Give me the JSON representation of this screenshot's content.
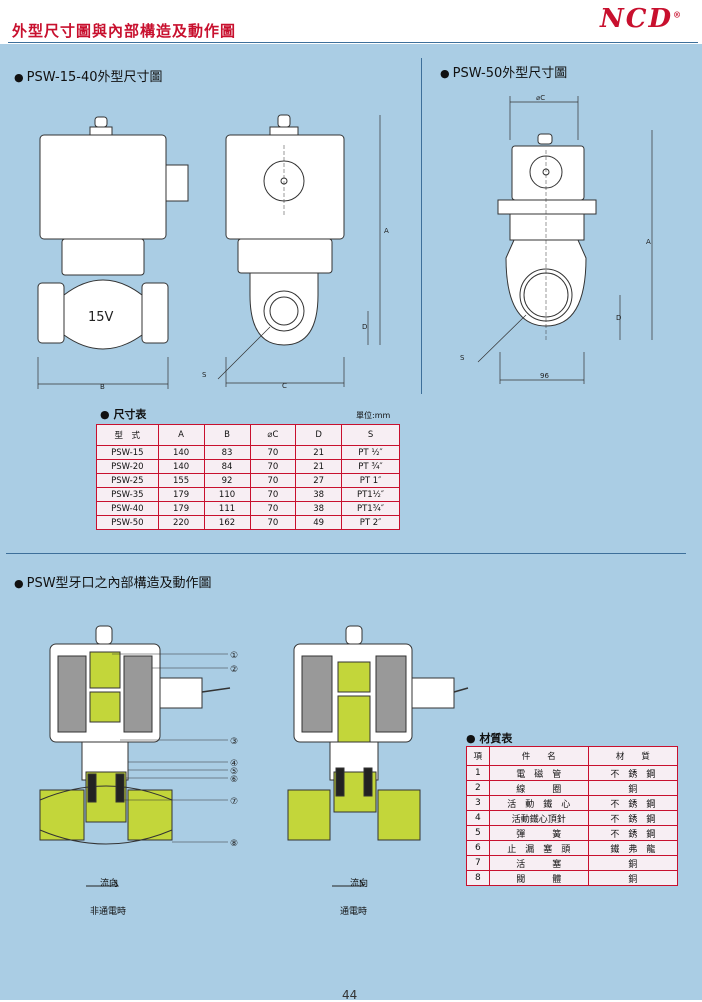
{
  "header": {
    "title": "外型尺寸圖與內部構造及動作圖",
    "brand": "NCD"
  },
  "sections": {
    "psw15_40": "PSW-15-40外型尺寸圖",
    "psw50": "PSW-50外型尺寸圖",
    "internal": "PSW型牙口之內部構造及動作圖"
  },
  "drawing_labels": {
    "voltage": "15V",
    "A": "A",
    "B": "B",
    "C": "C",
    "D": "D",
    "S": "S",
    "phiC": "⌀C",
    "w96": "96"
  },
  "dimension_table": {
    "caption": "尺寸表",
    "unit": "單位:mm",
    "headers": [
      "型　式",
      "A",
      "B",
      "⌀C",
      "D",
      "S"
    ],
    "rows": [
      [
        "PSW-15",
        "140",
        "83",
        "70",
        "21",
        "PT ½″"
      ],
      [
        "PSW-20",
        "140",
        "84",
        "70",
        "21",
        "PT ¾″"
      ],
      [
        "PSW-25",
        "155",
        "92",
        "70",
        "27",
        "PT 1″"
      ],
      [
        "PSW-35",
        "179",
        "110",
        "70",
        "38",
        "PT1½″"
      ],
      [
        "PSW-40",
        "179",
        "111",
        "70",
        "38",
        "PT1¾″"
      ],
      [
        "PSW-50",
        "220",
        "162",
        "70",
        "49",
        "PT 2″"
      ]
    ]
  },
  "callouts": [
    "①",
    "②",
    "③",
    "④",
    "⑤",
    "⑥",
    "⑦",
    "⑧"
  ],
  "material_table": {
    "caption": "材質表",
    "headers": [
      "項",
      "件　　名",
      "材　　質"
    ],
    "rows": [
      [
        "1",
        "電　磁　管",
        "不　銹　鋼"
      ],
      [
        "2",
        "線　　　圈",
        "銅"
      ],
      [
        "3",
        "活　動　鐵　心",
        "不　銹　鋼"
      ],
      [
        "4",
        "活動鐵心頂針",
        "不　銹　鋼"
      ],
      [
        "5",
        "彈　　　簧",
        "不　銹　鋼"
      ],
      [
        "6",
        "止　漏　塞　頭",
        "鐵　弗　龍"
      ],
      [
        "7",
        "活　　　塞",
        "銅"
      ],
      [
        "8",
        "閥　　　體",
        "銅"
      ]
    ]
  },
  "flow": {
    "left_dir": "流向",
    "left_state": "非通電時",
    "right_dir": "流向",
    "right_state": "通電時"
  },
  "page_number": "44",
  "colors": {
    "accent": "#c8102e",
    "background": "#aacde4",
    "fluid": "#c3d63a"
  }
}
